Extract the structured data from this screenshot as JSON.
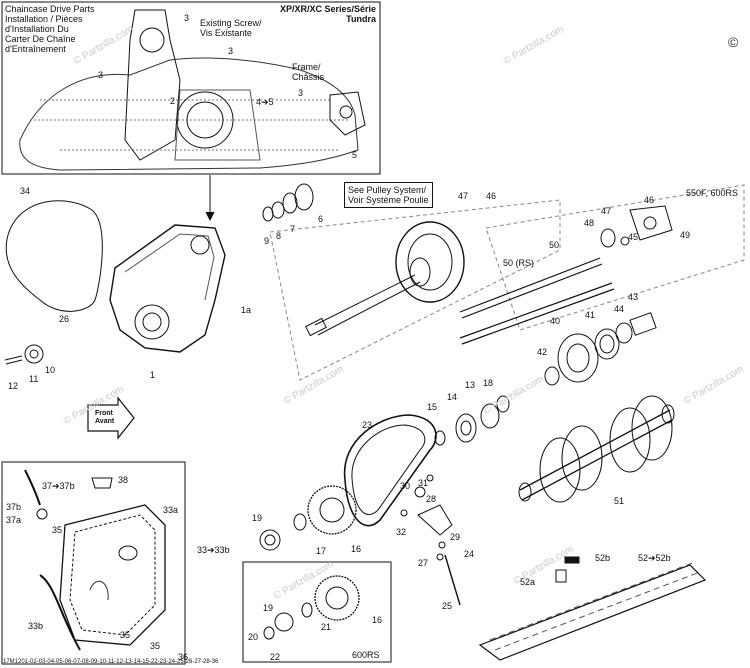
{
  "title_block": {
    "lines": [
      "Chaincase Drive Parts",
      "Installation / Pièces",
      "d'Installation Du",
      "Carter De Chaîne",
      "d'Entraînement"
    ]
  },
  "series_block": {
    "lines": [
      "XP/XR/XC Series/Série",
      "Tundra"
    ]
  },
  "inset_notes": {
    "existing_screw": [
      "Existing Screw/",
      "Vis Existante"
    ],
    "frame": [
      "Frame/",
      "Châssis"
    ]
  },
  "pulley_note": [
    "See Pulley System/",
    "Voir Système Poulie"
  ],
  "variant_labels": {
    "engine_550f_600rs": "550F, 600RS",
    "variant_50rs": "50 (RS)",
    "variant_600rs": "600RS"
  },
  "front_arrow": [
    "Front",
    "Avant"
  ],
  "footer_code": "17M1201-02-03-04-05-06-07-08-09-10-11-12-13-14-15-22-23-24-25-26-27-28-36",
  "watermark_text": "© Partzilla.com",
  "copyright_mark": "©",
  "callouts": [
    {
      "id": "c3a",
      "text": "3"
    },
    {
      "id": "c3b",
      "text": "3"
    },
    {
      "id": "c3c",
      "text": "3"
    },
    {
      "id": "c3d",
      "text": "3"
    },
    {
      "id": "c2",
      "text": "2"
    },
    {
      "id": "c45",
      "text": "4➔5"
    },
    {
      "id": "c5",
      "text": "5"
    },
    {
      "id": "c34",
      "text": "34"
    },
    {
      "id": "c9",
      "text": "9"
    },
    {
      "id": "c8",
      "text": "8"
    },
    {
      "id": "c7",
      "text": "7"
    },
    {
      "id": "c6",
      "text": "6"
    },
    {
      "id": "c1a",
      "text": "1a"
    },
    {
      "id": "c26",
      "text": "26"
    },
    {
      "id": "c10",
      "text": "10"
    },
    {
      "id": "c11",
      "text": "11"
    },
    {
      "id": "c12",
      "text": "12"
    },
    {
      "id": "c1",
      "text": "1"
    },
    {
      "id": "c47",
      "text": "47"
    },
    {
      "id": "c46a",
      "text": "46"
    },
    {
      "id": "c46b",
      "text": "46"
    },
    {
      "id": "c47b",
      "text": "47"
    },
    {
      "id": "c48",
      "text": "48"
    },
    {
      "id": "c49",
      "text": "49"
    },
    {
      "id": "c45b",
      "text": "45"
    },
    {
      "id": "c50",
      "text": "50"
    },
    {
      "id": "c43",
      "text": "43"
    },
    {
      "id": "c44",
      "text": "44"
    },
    {
      "id": "c41",
      "text": "41"
    },
    {
      "id": "c40",
      "text": "40"
    },
    {
      "id": "c42",
      "text": "42"
    },
    {
      "id": "c13",
      "text": "13"
    },
    {
      "id": "c18",
      "text": "18"
    },
    {
      "id": "c14",
      "text": "14"
    },
    {
      "id": "c15",
      "text": "15"
    },
    {
      "id": "c23",
      "text": "23"
    },
    {
      "id": "c51",
      "text": "51"
    },
    {
      "id": "c30",
      "text": "30"
    },
    {
      "id": "c31",
      "text": "31"
    },
    {
      "id": "c28",
      "text": "28"
    },
    {
      "id": "c32",
      "text": "32"
    },
    {
      "id": "c29",
      "text": "29"
    },
    {
      "id": "c27",
      "text": "27"
    },
    {
      "id": "c24",
      "text": "24"
    },
    {
      "id": "c25",
      "text": "25"
    },
    {
      "id": "c19a",
      "text": "19"
    },
    {
      "id": "c17",
      "text": "17"
    },
    {
      "id": "c16a",
      "text": "16"
    },
    {
      "id": "c19b",
      "text": "19"
    },
    {
      "id": "c20",
      "text": "20"
    },
    {
      "id": "c21",
      "text": "21"
    },
    {
      "id": "c16b",
      "text": "16"
    },
    {
      "id": "c22",
      "text": "22"
    },
    {
      "id": "c38",
      "text": "38"
    },
    {
      "id": "c37to37b",
      "text": "37➔37b"
    },
    {
      "id": "c37b",
      "text": "37b"
    },
    {
      "id": "c37a",
      "text": "37a"
    },
    {
      "id": "c35a",
      "text": "35"
    },
    {
      "id": "c35b",
      "text": "35"
    },
    {
      "id": "c35c",
      "text": "35"
    },
    {
      "id": "c33a",
      "text": "33a"
    },
    {
      "id": "c33to33b",
      "text": "33➔33b"
    },
    {
      "id": "c33b",
      "text": "33b"
    },
    {
      "id": "c36",
      "text": "36"
    },
    {
      "id": "c52b",
      "text": "52b"
    },
    {
      "id": "c52to52b",
      "text": "52➔52b"
    },
    {
      "id": "c52a",
      "text": "52a"
    }
  ]
}
